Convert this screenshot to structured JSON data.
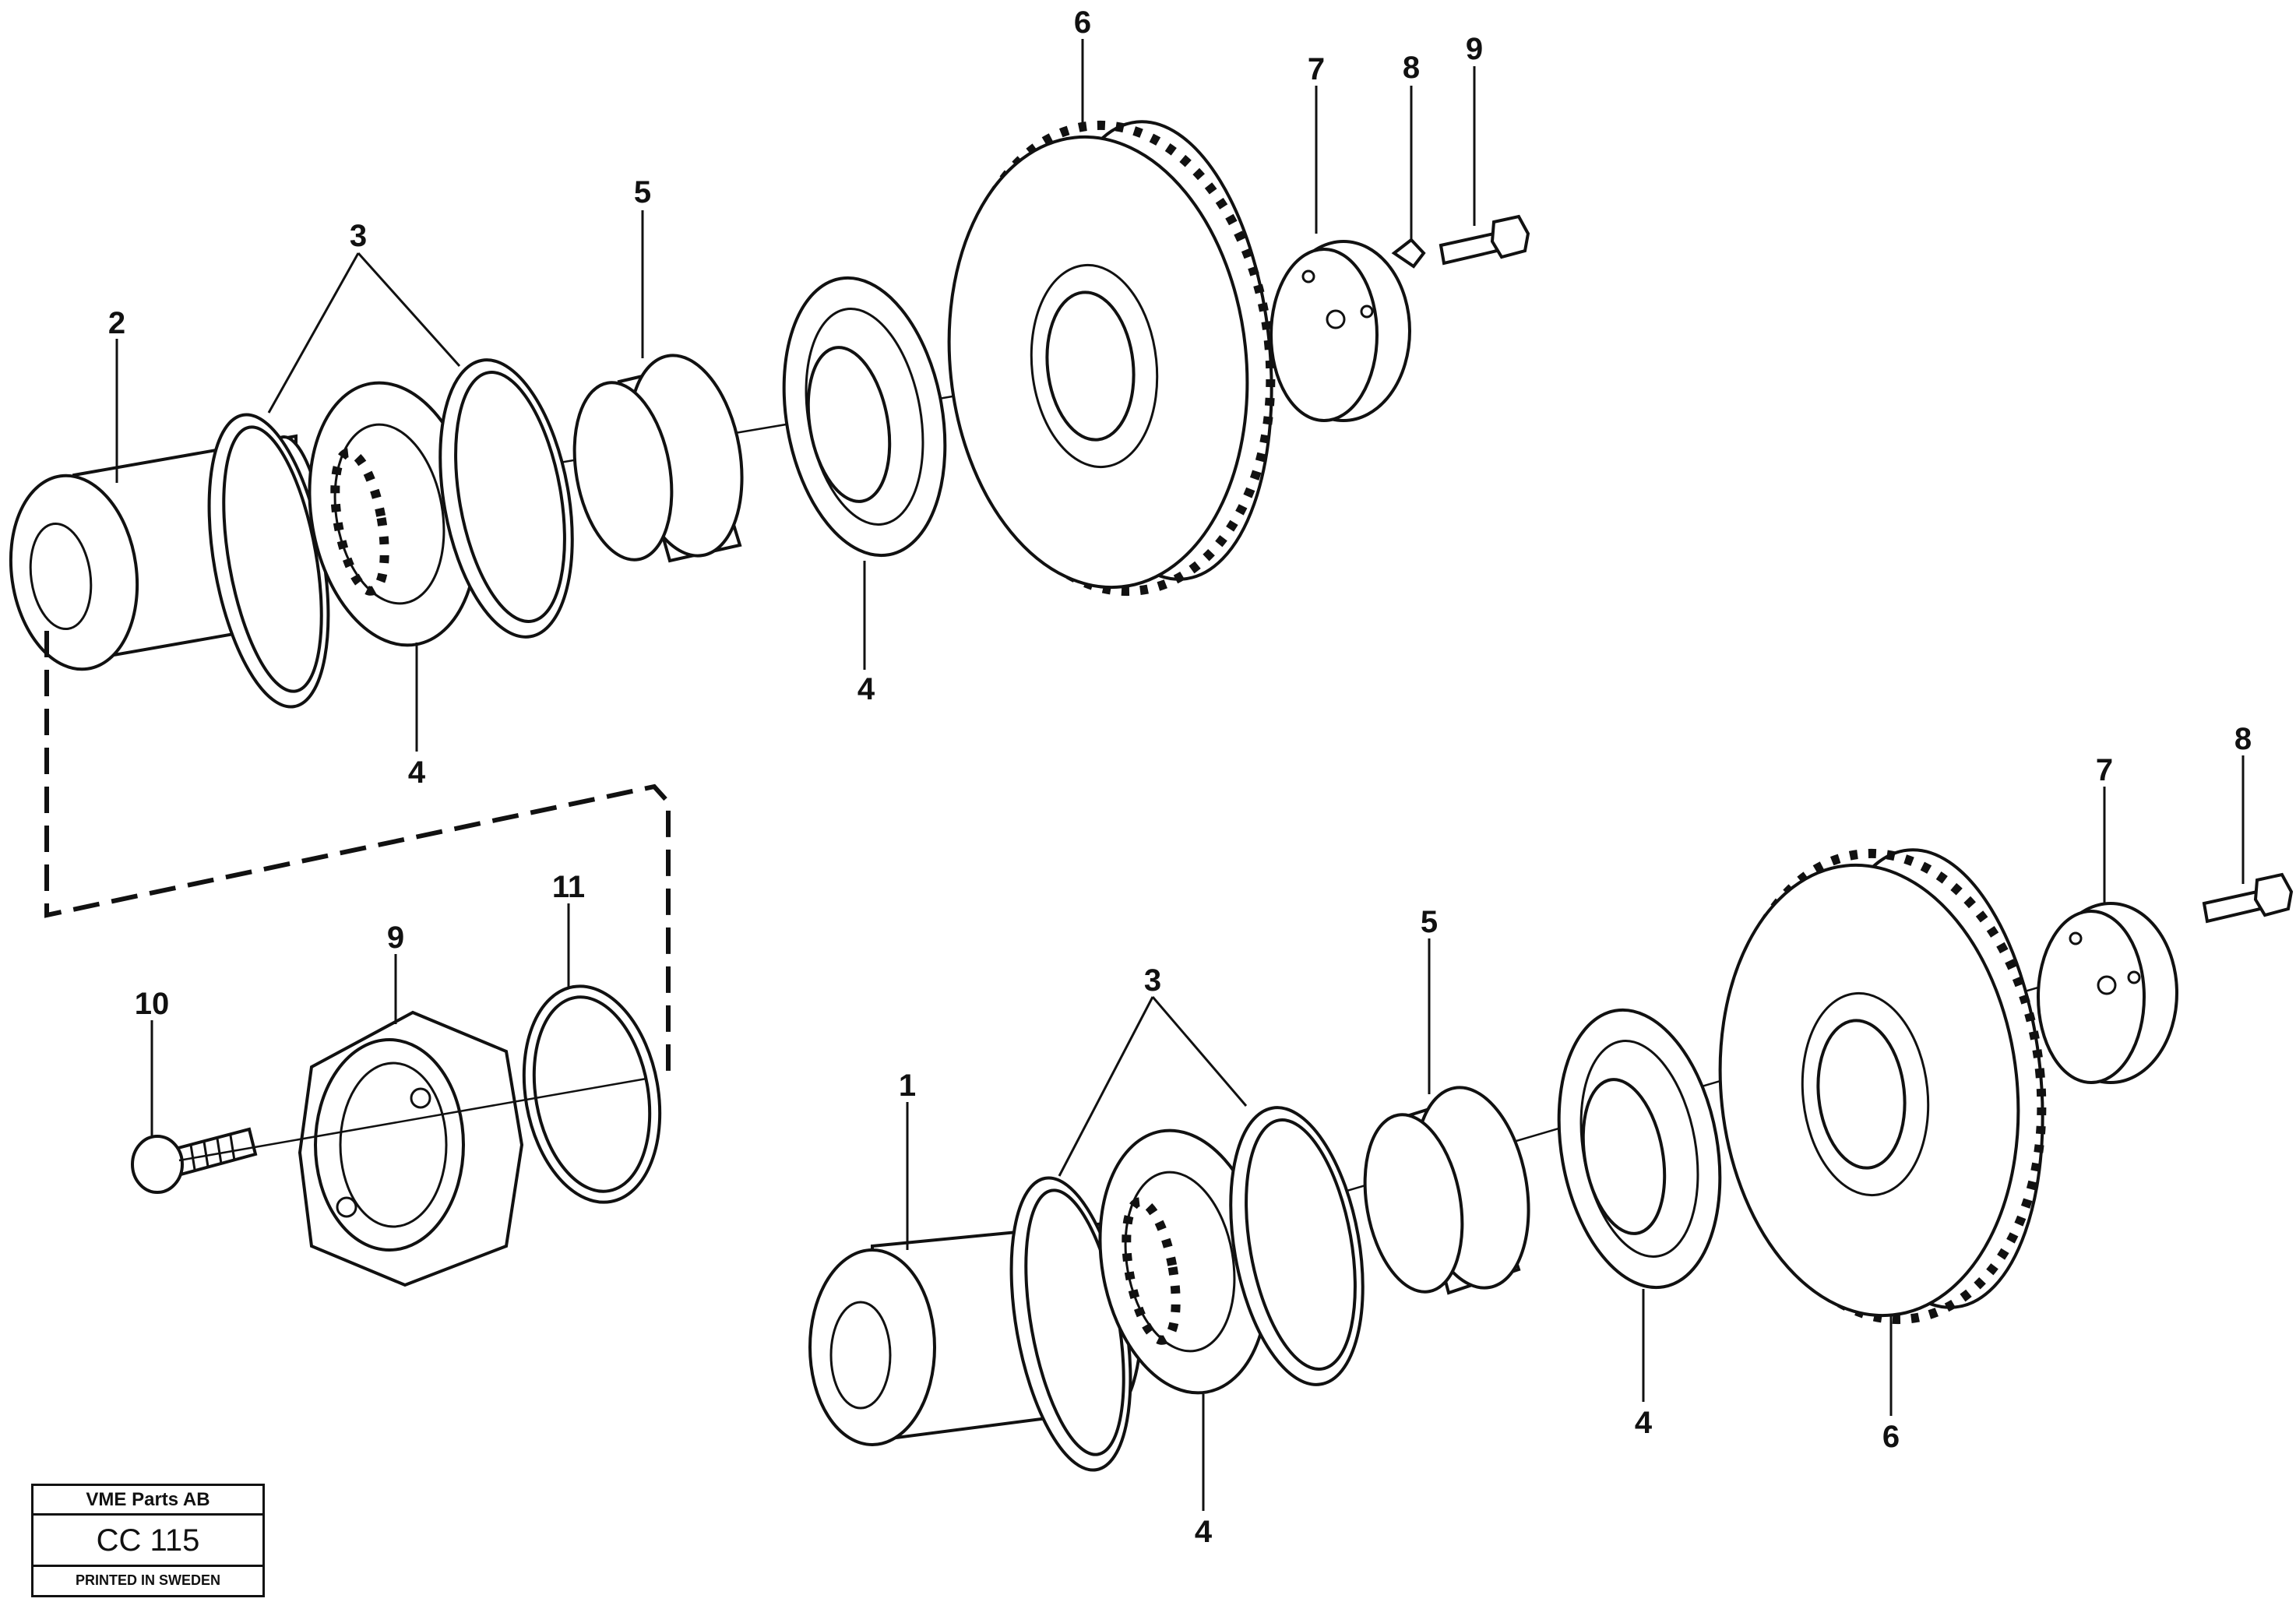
{
  "diagram": {
    "callouts": {
      "upper_shaft": "2",
      "upper_snap_rings": "3",
      "upper_bearing_left": "4",
      "upper_sleeve": "5",
      "upper_bearing_right": "4",
      "upper_gear": "6",
      "upper_washer": "7",
      "upper_lock": "8",
      "upper_screw": "9",
      "nut": "9",
      "socket_screw": "10",
      "o_ring": "11",
      "lower_shaft": "1",
      "lower_snap_rings": "3",
      "lower_bearing_left": "4",
      "lower_sleeve": "5",
      "lower_bearing_right": "4",
      "lower_gear": "6",
      "lower_washer": "7",
      "lower_screw": "8"
    }
  },
  "title_block": {
    "company": "VME Parts AB",
    "code": "CC 115",
    "printed": "PRINTED IN SWEDEN"
  }
}
